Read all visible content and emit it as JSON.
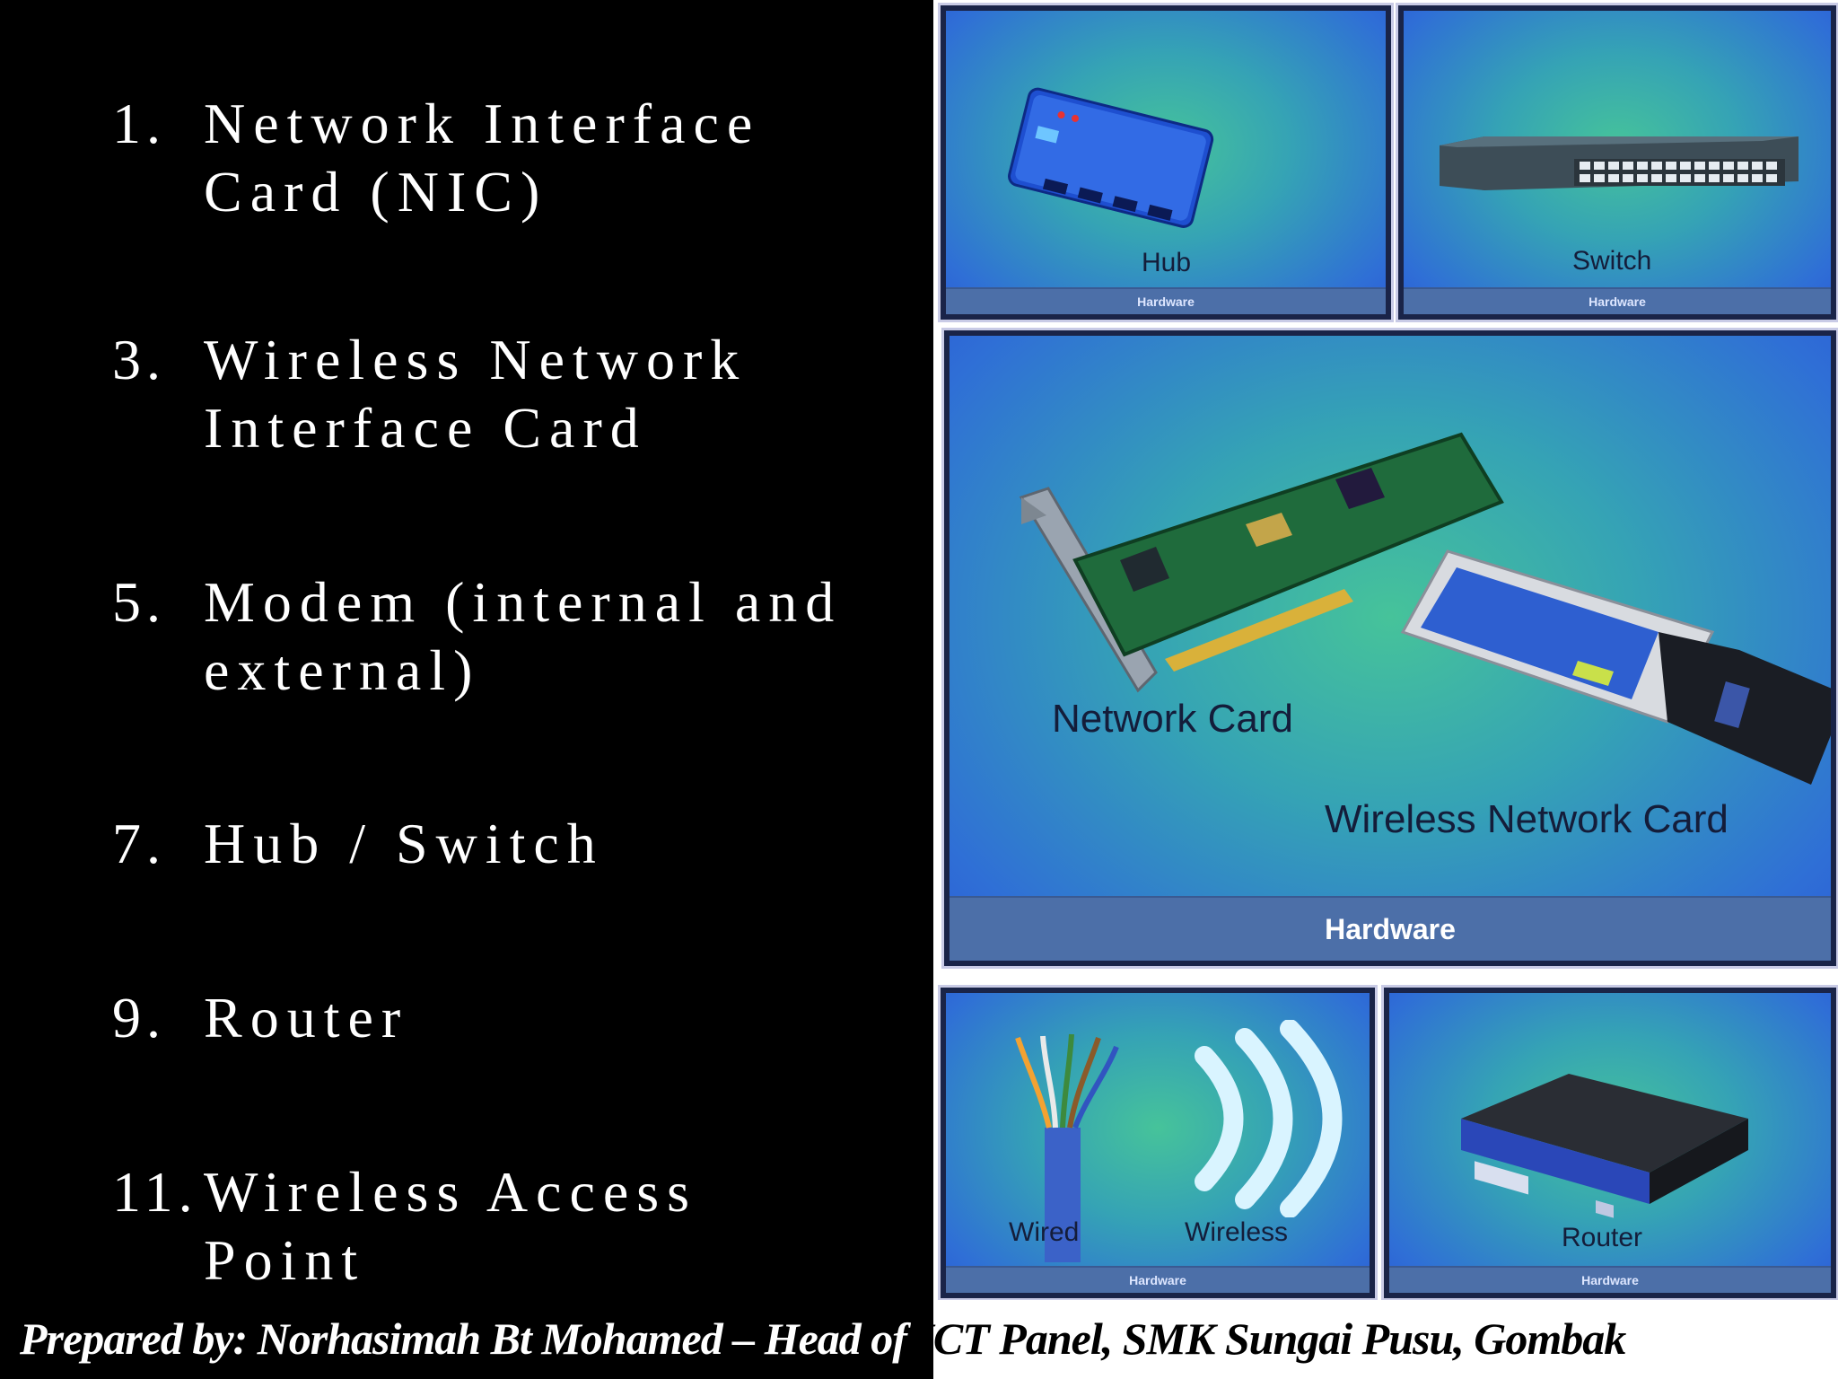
{
  "list": {
    "items": [
      {
        "num": "1.",
        "text": "Network Interface\nCard (NIC)"
      },
      {
        "num": "3.",
        "text": "Wireless Network\nInterface Card"
      },
      {
        "num": "5.",
        "text": "Modem (internal and\nexternal)"
      },
      {
        "num": "7.",
        "text": "Hub / Switch"
      },
      {
        "num": "9.",
        "text": "Router"
      },
      {
        "num": "11.",
        "text": "Wireless Access\nPoint"
      }
    ]
  },
  "panels": {
    "hub": {
      "label": "Hub",
      "footer": "Hardware"
    },
    "switch": {
      "label": "Switch",
      "footer": "Hardware"
    },
    "network": {
      "label_nic": "Network Card",
      "label_wireless": "Wireless Network Card",
      "footer": "Hardware"
    },
    "media": {
      "label_wired": "Wired",
      "label_wireless": "Wireless",
      "footer": "Hardware"
    },
    "router": {
      "label": "Router",
      "footer": "Hardware"
    }
  },
  "credit": {
    "part1": "Prepared by: Norhasimah Bt Mohamed – Head of ",
    "part2": "ICT Panel, SMK Sungai Pusu, Gombak"
  },
  "icons": [
    "hub-device-icon",
    "switch-device-icon",
    "network-card-icon",
    "wireless-card-icon",
    "cable-icon",
    "wireless-waves-icon",
    "router-device-icon"
  ]
}
